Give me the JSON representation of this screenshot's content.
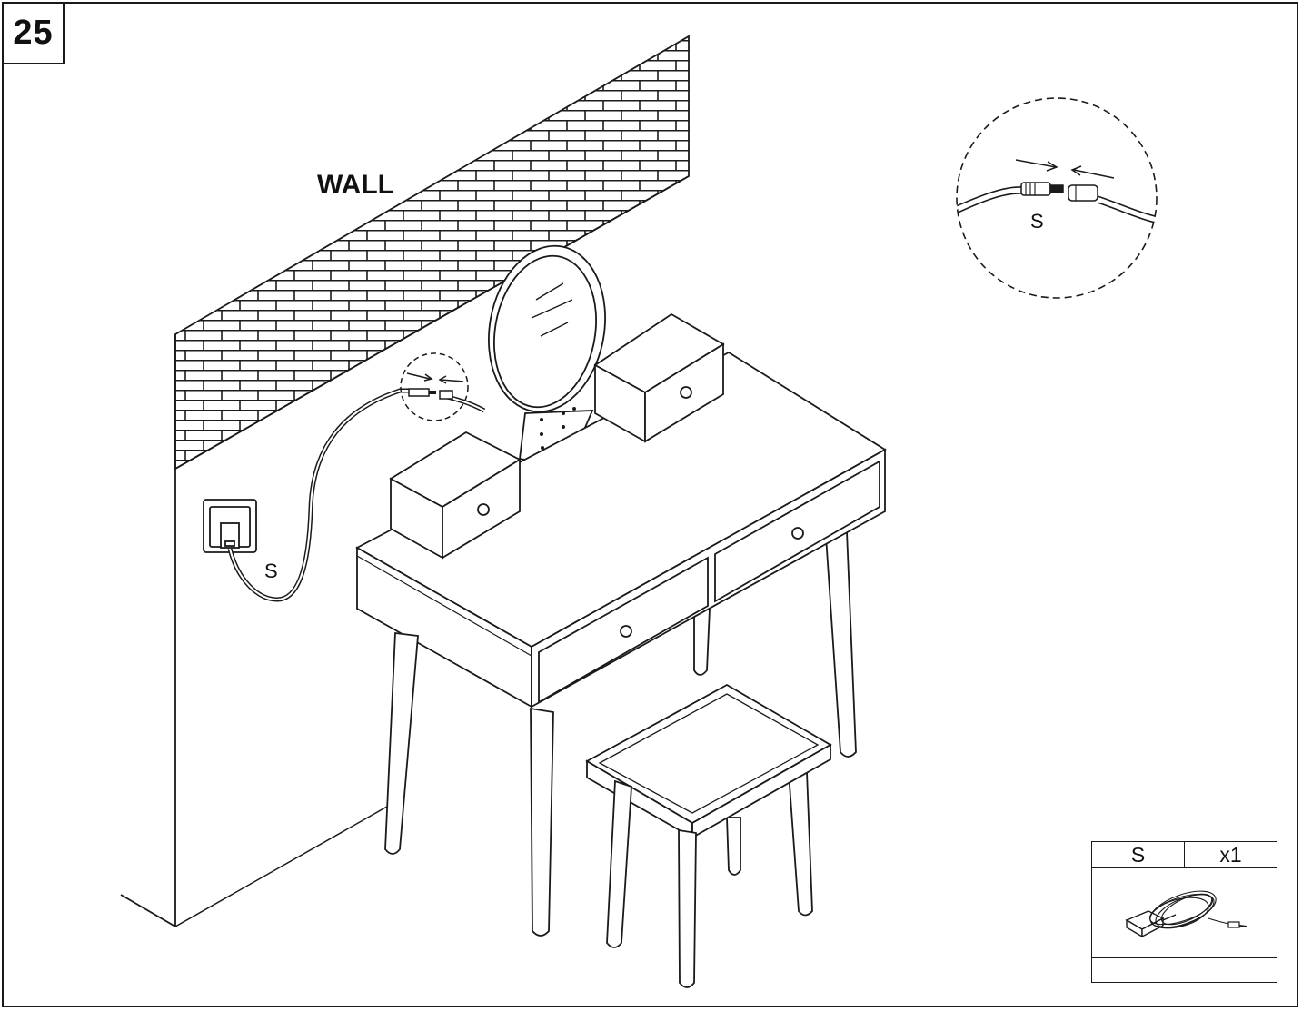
{
  "step": {
    "number": "25"
  },
  "wall": {
    "label": "WALL"
  },
  "labels": {
    "cable_near_socket": "S",
    "zoom_connector": "S"
  },
  "parts_list": {
    "part_id": "S",
    "quantity": "x1",
    "icon": "power-adapter-icon"
  },
  "colors": {
    "line": "#1a1a1a",
    "background": "#ffffff"
  }
}
